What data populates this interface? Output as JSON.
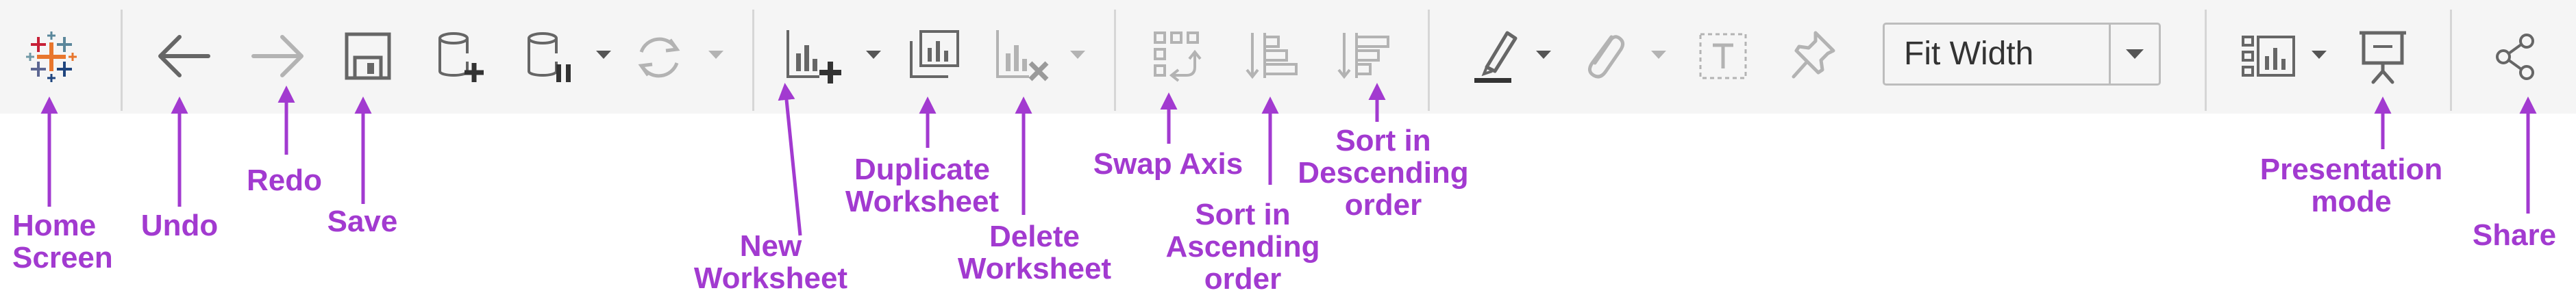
{
  "toolbar": {
    "fit_width": {
      "value": "Fit Width",
      "options_visible": [
        "Fit Width"
      ]
    },
    "icons": [
      "tableau-logo-icon",
      "undo-icon",
      "redo-icon",
      "save-icon",
      "new-data-source-icon",
      "pause-auto-updates-icon",
      "refresh-icon",
      "new-worksheet-icon",
      "duplicate-worksheet-icon",
      "delete-worksheet-icon",
      "swap-axis-icon",
      "sort-ascending-icon",
      "sort-descending-icon",
      "highlight-icon",
      "group-icon",
      "show-labels-icon",
      "pin-icon",
      "show-me-icon",
      "presentation-mode-icon",
      "share-icon"
    ]
  },
  "callouts": {
    "home_screen": {
      "line1": "Home",
      "line2": "Screen"
    },
    "undo": {
      "line1": "Undo"
    },
    "redo": {
      "line1": "Redo"
    },
    "save": {
      "line1": "Save"
    },
    "new_worksheet": {
      "line1": "New",
      "line2": "Worksheet"
    },
    "duplicate_worksheet": {
      "line1": "Duplicate",
      "line2": "Worksheet"
    },
    "delete_worksheet": {
      "line1": "Delete",
      "line2": "Worksheet"
    },
    "swap_axis": {
      "line1": "Swap Axis"
    },
    "sort_ascending": {
      "line1": "Sort in",
      "line2": "Ascending",
      "line3": "order"
    },
    "sort_descending": {
      "line1": "Sort in",
      "line2": "Descending",
      "line3": "order"
    },
    "presentation_mode": {
      "line1": "Presentation",
      "line2": "mode"
    },
    "share": {
      "line1": "Share"
    }
  },
  "colors": {
    "toolbar_bg": "#f5f5f5",
    "icon_active": "#666666",
    "icon_disabled": "#b3b3b3",
    "callout": "#a23ad0"
  }
}
